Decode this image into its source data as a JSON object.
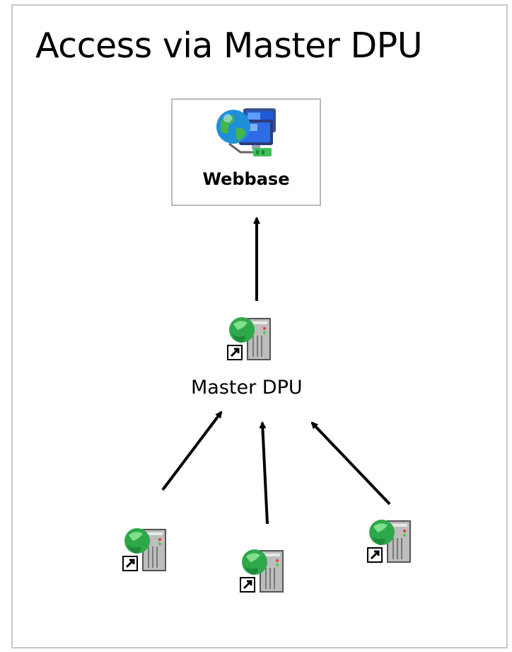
{
  "title": "Access via Master DPU",
  "webbase": {
    "label": "Webbase",
    "icon": "network-globe-icon"
  },
  "master": {
    "label": "Master DPU",
    "icon": "server-globe-shortcut-icon"
  },
  "clients": [
    {
      "icon": "server-globe-shortcut-icon"
    },
    {
      "icon": "server-globe-shortcut-icon"
    },
    {
      "icon": "server-globe-shortcut-icon"
    }
  ],
  "colors": {
    "border": "#c8c8c8",
    "arrow": "#000000",
    "globe": "#2ea84a",
    "screen": "#1e5bd6"
  }
}
